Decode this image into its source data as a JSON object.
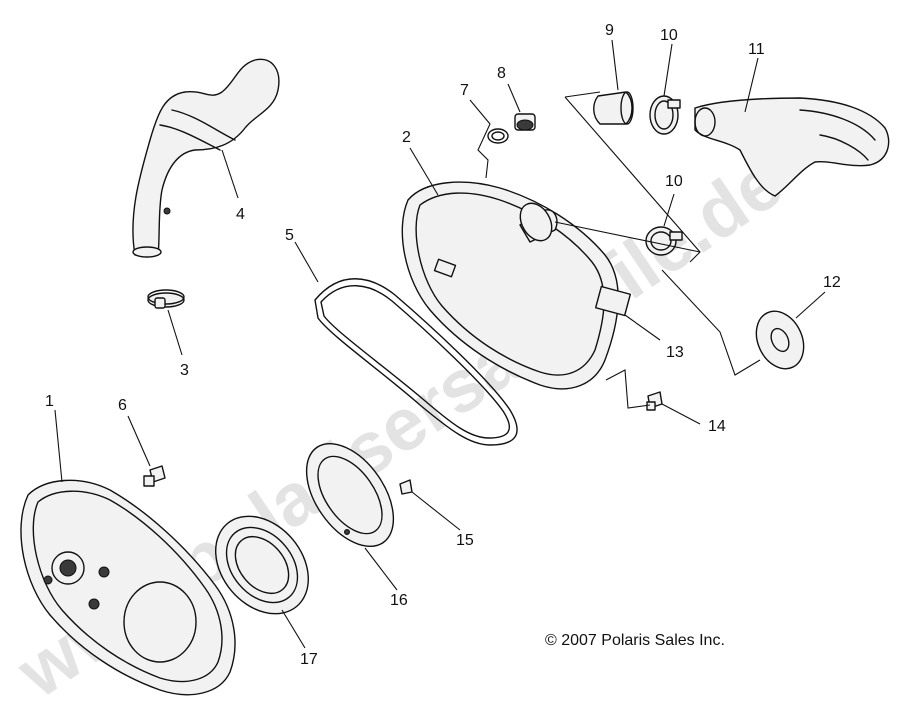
{
  "watermark": {
    "text": "www.polarisersatzteile.de"
  },
  "copyright": "© 2007 Polaris Sales Inc.",
  "parts": [
    {
      "id": "1",
      "label": "1"
    },
    {
      "id": "2",
      "label": "2"
    },
    {
      "id": "3",
      "label": "3"
    },
    {
      "id": "4",
      "label": "4"
    },
    {
      "id": "5",
      "label": "5"
    },
    {
      "id": "6",
      "label": "6"
    },
    {
      "id": "7",
      "label": "7"
    },
    {
      "id": "8",
      "label": "8"
    },
    {
      "id": "9",
      "label": "9"
    },
    {
      "id": "10a",
      "label": "10"
    },
    {
      "id": "10b",
      "label": "10"
    },
    {
      "id": "11",
      "label": "11"
    },
    {
      "id": "12",
      "label": "12"
    },
    {
      "id": "13",
      "label": "13"
    },
    {
      "id": "14",
      "label": "14"
    },
    {
      "id": "15",
      "label": "15"
    },
    {
      "id": "16",
      "label": "16"
    },
    {
      "id": "17",
      "label": "17"
    }
  ]
}
